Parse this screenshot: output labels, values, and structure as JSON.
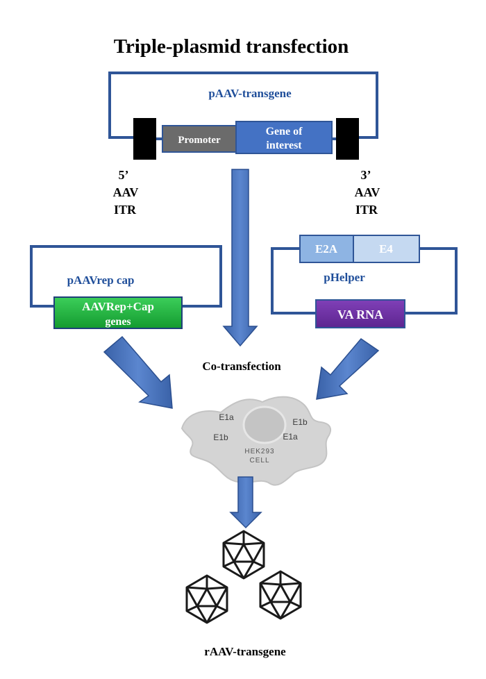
{
  "title": "Triple-plasmid transfection",
  "colors": {
    "plasmid_line": "#2f5597",
    "plasmid_label": "#1f4e9a",
    "arrow_fill": "#4472c4",
    "arrow_stroke": "#2b4f8f",
    "promoter": "#6b6b6b",
    "gene": "#4472c4",
    "itr": "#000000",
    "repcap": "#1db33c",
    "va_rna": "#7030a0",
    "e2a": "#8eb4e3",
    "e4": "#c5d9f1",
    "cell_fill": "#d4d4d4",
    "nucleus": "#c4c4c4",
    "virion": "#1a1a1a"
  },
  "pAAV_transgene": {
    "label": "pAAV-transgene",
    "promoter": "Promoter",
    "gene_line1": "Gene of",
    "gene_line2": "interest",
    "itr5_line1": "5’",
    "itr5_line2": "AAV",
    "itr5_line3": "ITR",
    "itr3_line1": "3’",
    "itr3_line2": "AAV",
    "itr3_line3": "ITR"
  },
  "pAAVrepcap": {
    "label": "pAAVrep cap",
    "gene_line1": "AAVRep+Cap",
    "gene_line2": "genes"
  },
  "pHelper": {
    "label": "pHelper",
    "e2a": "E2A",
    "e4": "E4",
    "va_rna": "VA RNA"
  },
  "cotransfection": "Co-transfection",
  "cell": {
    "e1a_left": "E1a",
    "e1b_left": "E1b",
    "e1b_right": "E1b",
    "e1a_right": "E1a",
    "name_line1": "HEK293",
    "name_line2": "CELL"
  },
  "product": "rAAV-transgene"
}
